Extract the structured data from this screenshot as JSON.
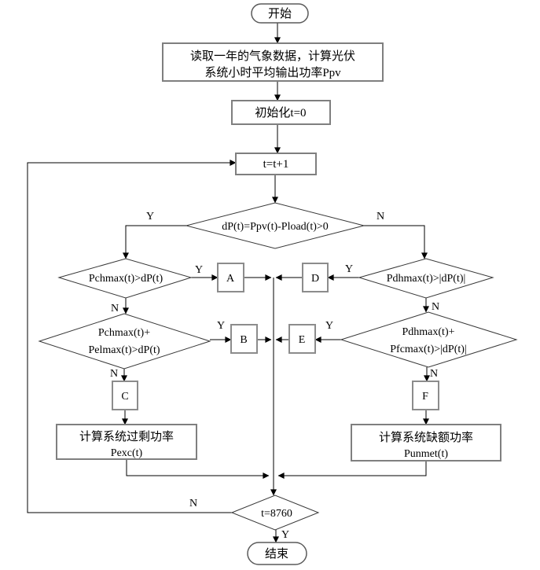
{
  "flowchart": {
    "background": "#ffffff",
    "line_color": "#000000",
    "box_border_color": "#7f7f7f",
    "text_color": "#000000",
    "nodes": {
      "start": "开始",
      "read_data_line1": "读取一年的气象数据，计算光伏",
      "read_data_line2": "系统小时平均输出功率Ppv",
      "init": "初始化t=0",
      "increment": "t=t+1",
      "main_decision": "dP(t)=Ppv(t)-Pload(t)>0",
      "charge_decision": "Pchmax(t)>dP(t)",
      "charge_el_line1": "Pchmax(t)+",
      "charge_el_line2": "Pelmax(t)>dP(t)",
      "discharge_decision": "Pdhmax(t)>|dP(t)|",
      "discharge_fc_line1": "Pdhmax(t)+",
      "discharge_fc_line2": "Pfcmax(t)>|dP(t)|",
      "box_a": "A",
      "box_b": "B",
      "box_c": "C",
      "box_d": "D",
      "box_e": "E",
      "box_f": "F",
      "excess_line1": "计算系统过剩功率",
      "excess_line2": "Pexc(t)",
      "unmet_line1": "计算系统缺额功率",
      "unmet_line2": "Punmet(t)",
      "loop_check": "t=8760",
      "end": "结束"
    },
    "branch_labels": {
      "yes": "Y",
      "no": "N"
    }
  }
}
